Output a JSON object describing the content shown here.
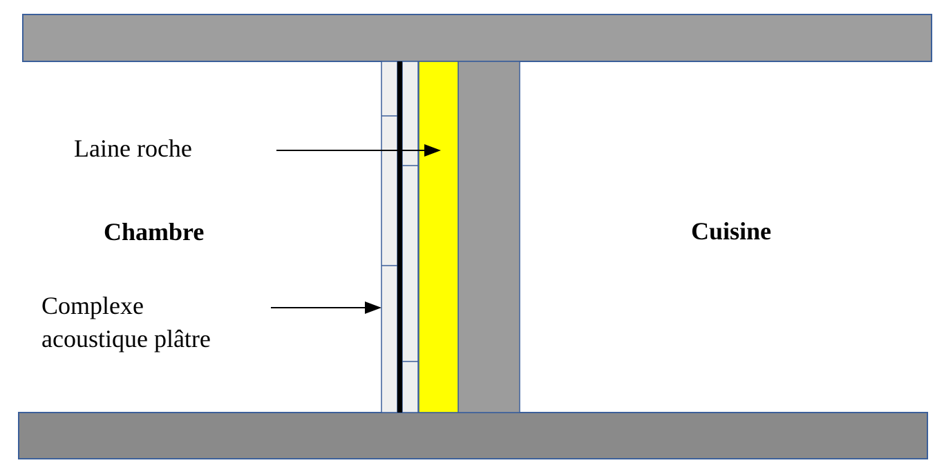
{
  "labels": {
    "laine_roche": "Laine roche",
    "complexe_line1": "Complexe",
    "complexe_line2": "acoustique plâtre",
    "chambre": "Chambre",
    "cuisine": "Cuisine"
  },
  "colors": {
    "slab": "#9e9e9e",
    "slab_bottom": "#8a8a8a",
    "slab_border": "#3b5f9a",
    "wall_concrete": "#9c9c9c",
    "insulation": "#ffff00",
    "plaster_board": "#efefef",
    "membrane": "#000000",
    "arrow": "#000000"
  }
}
